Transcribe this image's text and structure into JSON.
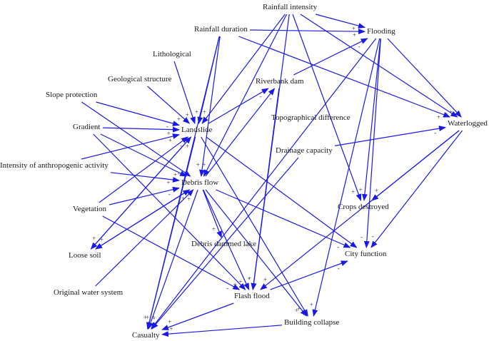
{
  "diagram": {
    "nodes": [
      {
        "id": "rainfall_intensity",
        "label": "Rainfall intensity"
      },
      {
        "id": "flooding",
        "label": "Flooding"
      },
      {
        "id": "rainfall_duration",
        "label": "Rainfall duration"
      },
      {
        "id": "lithological",
        "label": "Lithological"
      },
      {
        "id": "geological_structure",
        "label": "Geological structure"
      },
      {
        "id": "riverbank_dam",
        "label": "Riverbank dam"
      },
      {
        "id": "slope_protection",
        "label": "Slope protection"
      },
      {
        "id": "topographical_difference",
        "label": "Topographical difference"
      },
      {
        "id": "waterlogged",
        "label": "Waterlogged"
      },
      {
        "id": "gradient",
        "label": "Gradient"
      },
      {
        "id": "landslide",
        "label": "Landslide"
      },
      {
        "id": "drainage_capacity",
        "label": "Drainage capacity"
      },
      {
        "id": "anthropogenic",
        "label": "Intensity of anthropogenic activity"
      },
      {
        "id": "debris_flow",
        "label": "Debris flow"
      },
      {
        "id": "crops_destroyed",
        "label": "Crops destroyed"
      },
      {
        "id": "vegetation",
        "label": "Vegetation"
      },
      {
        "id": "debris_dammed_lake",
        "label": "Debris dammed lake"
      },
      {
        "id": "city_function",
        "label": "City function"
      },
      {
        "id": "loose_soil",
        "label": "Loose soil"
      },
      {
        "id": "original_water_system",
        "label": "Original water system"
      },
      {
        "id": "flash_flood",
        "label": "Flash flood"
      },
      {
        "id": "building_collapse",
        "label": "Building collapse"
      },
      {
        "id": "casualty",
        "label": "Casualty"
      }
    ],
    "edges": [
      {
        "from": "rainfall_intensity",
        "to": "flooding",
        "sign": "+"
      },
      {
        "from": "rainfall_intensity",
        "to": "waterlogged",
        "sign": "+"
      },
      {
        "from": "rainfall_intensity",
        "to": "landslide",
        "sign": "+"
      },
      {
        "from": "rainfall_intensity",
        "to": "debris_flow",
        "sign": "+"
      },
      {
        "from": "rainfall_intensity",
        "to": "flash_flood",
        "sign": "+"
      },
      {
        "from": "rainfall_intensity",
        "to": "crops_destroyed",
        "sign": "+"
      },
      {
        "from": "rainfall_duration",
        "to": "flooding",
        "sign": "+"
      },
      {
        "from": "rainfall_duration",
        "to": "waterlogged",
        "sign": "+"
      },
      {
        "from": "rainfall_duration",
        "to": "landslide",
        "sign": "+"
      },
      {
        "from": "rainfall_duration",
        "to": "debris_flow",
        "sign": "+"
      },
      {
        "from": "rainfall_duration",
        "to": "casualty",
        "sign": "+"
      },
      {
        "from": "lithological",
        "to": "landslide",
        "sign": "+"
      },
      {
        "from": "geological_structure",
        "to": "landslide",
        "sign": "+"
      },
      {
        "from": "slope_protection",
        "to": "landslide",
        "sign": "-"
      },
      {
        "from": "slope_protection",
        "to": "debris_flow",
        "sign": "-"
      },
      {
        "from": "gradient",
        "to": "landslide",
        "sign": "+"
      },
      {
        "from": "gradient",
        "to": "debris_flow",
        "sign": "+"
      },
      {
        "from": "gradient",
        "to": "flash_flood",
        "sign": "+"
      },
      {
        "from": "anthropogenic",
        "to": "landslide",
        "sign": "+"
      },
      {
        "from": "anthropogenic",
        "to": "debris_flow",
        "sign": "+"
      },
      {
        "from": "vegetation",
        "to": "landslide",
        "sign": "-"
      },
      {
        "from": "vegetation",
        "to": "debris_flow",
        "sign": "-"
      },
      {
        "from": "vegetation",
        "to": "flash_flood",
        "sign": "-"
      },
      {
        "from": "loose_soil",
        "to": "landslide",
        "sign": "+"
      },
      {
        "from": "loose_soil",
        "to": "debris_flow",
        "sign": "+"
      },
      {
        "from": "landslide",
        "to": "loose_soil",
        "sign": "+"
      },
      {
        "from": "debris_flow",
        "to": "loose_soil",
        "sign": "+"
      },
      {
        "from": "landslide",
        "to": "riverbank_dam",
        "sign": "-"
      },
      {
        "from": "debris_flow",
        "to": "riverbank_dam",
        "sign": "-"
      },
      {
        "from": "landslide",
        "to": "casualty",
        "sign": "+"
      },
      {
        "from": "landslide",
        "to": "city_function",
        "sign": "-"
      },
      {
        "from": "landslide",
        "to": "building_collapse",
        "sign": "+"
      },
      {
        "from": "debris_flow",
        "to": "casualty",
        "sign": "+"
      },
      {
        "from": "debris_flow",
        "to": "city_function",
        "sign": "-"
      },
      {
        "from": "debris_flow",
        "to": "building_collapse",
        "sign": "+"
      },
      {
        "from": "debris_flow",
        "to": "debris_dammed_lake",
        "sign": "+"
      },
      {
        "from": "debris_flow",
        "to": "flash_flood",
        "sign": "+"
      },
      {
        "from": "riverbank_dam",
        "to": "flooding",
        "sign": "-"
      },
      {
        "from": "riverbank_dam",
        "to": "flash_flood",
        "sign": "-"
      },
      {
        "from": "flooding",
        "to": "waterlogged",
        "sign": "+"
      },
      {
        "from": "flooding",
        "to": "crops_destroyed",
        "sign": "+"
      },
      {
        "from": "flooding",
        "to": "city_function",
        "sign": "-"
      },
      {
        "from": "flooding",
        "to": "building_collapse",
        "sign": "+"
      },
      {
        "from": "flooding",
        "to": "casualty",
        "sign": "+"
      },
      {
        "from": "waterlogged",
        "to": "crops_destroyed",
        "sign": "+"
      },
      {
        "from": "waterlogged",
        "to": "city_function",
        "sign": "-"
      },
      {
        "from": "waterlogged",
        "to": "flash_flood",
        "sign": "+"
      },
      {
        "from": "drainage_capacity",
        "to": "waterlogged",
        "sign": "-"
      },
      {
        "from": "drainage_capacity",
        "to": "casualty",
        "sign": "-"
      },
      {
        "from": "original_water_system",
        "to": "debris_flow",
        "sign": "+"
      },
      {
        "from": "flash_flood",
        "to": "city_function",
        "sign": "-"
      },
      {
        "from": "flash_flood",
        "to": "casualty",
        "sign": "+"
      },
      {
        "from": "building_collapse",
        "to": "casualty",
        "sign": "+"
      }
    ]
  },
  "colors": {
    "edge": "#1a1ae6",
    "text": "#1a1a1a"
  }
}
